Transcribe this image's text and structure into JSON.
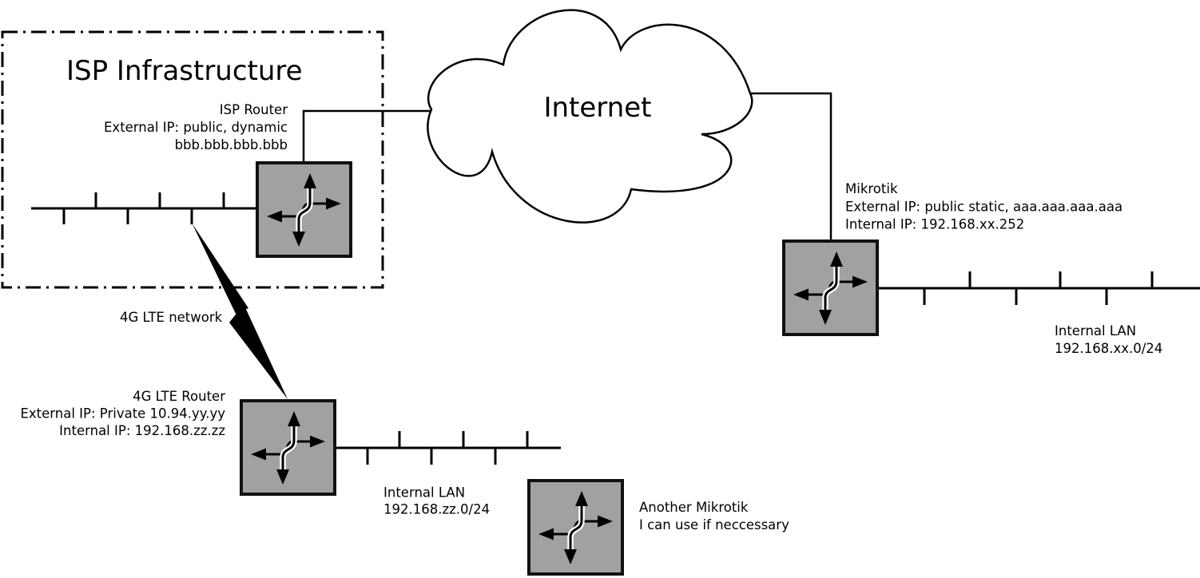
{
  "colors": {
    "background": "#ffffff",
    "line": "#000000",
    "router_fill": "#a1a1a1",
    "router_border": "#111111"
  },
  "isp_zone": {
    "title": "ISP Infrastructure"
  },
  "internet": {
    "label": "Internet"
  },
  "isp_router": {
    "lines": [
      "ISP Router",
      "External IP: public, dynamic",
      "bbb.bbb.bbb.bbb"
    ]
  },
  "mikrotik": {
    "lines": [
      "Mikrotik",
      "External IP: public static, aaa.aaa.aaa.aaa",
      "Internal IP: 192.168.xx.252"
    ]
  },
  "mikrotik_lan": {
    "lines": [
      "Internal LAN",
      "192.168.xx.0/24"
    ]
  },
  "lte_link": {
    "label": "4G LTE network"
  },
  "lte_router": {
    "lines": [
      "4G LTE Router",
      "External IP: Private 10.94.yy.yy",
      "Internal IP: 192.168.zz.zz"
    ]
  },
  "lte_lan": {
    "lines": [
      "Internal LAN",
      "192.168.zz.0/24"
    ]
  },
  "backup_router": {
    "lines": [
      "Another Mikrotik",
      "I can use if neccessary"
    ]
  }
}
